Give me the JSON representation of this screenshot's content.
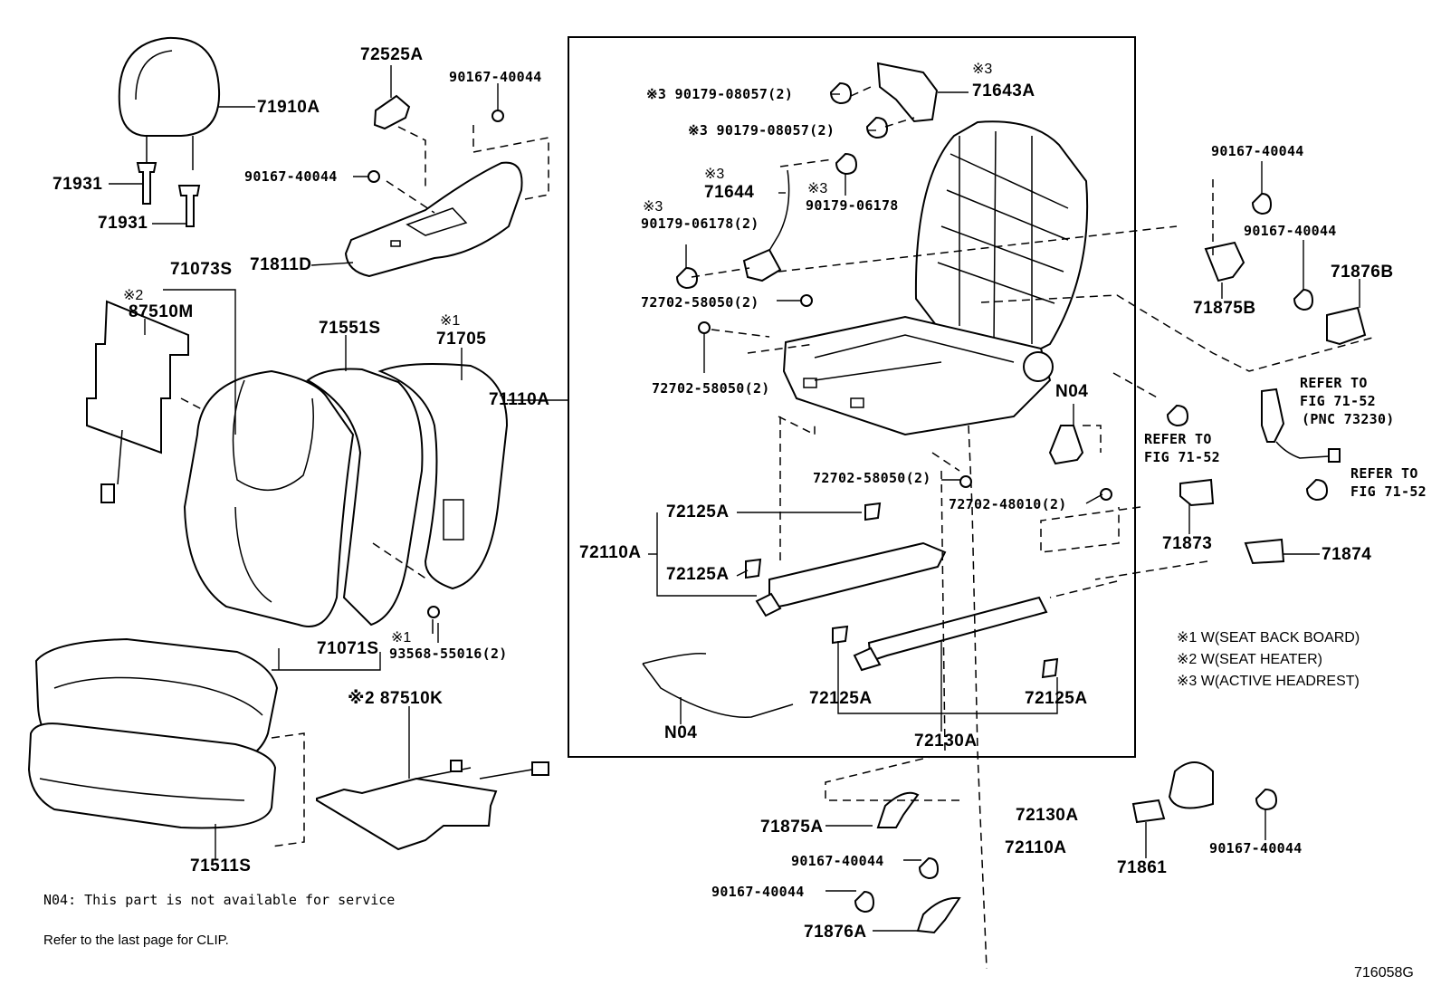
{
  "diagram": {
    "labels": {
      "p71910A": "71910A",
      "p71931a": "71931",
      "p71931b": "71931",
      "p72525A": "72525A",
      "p90167_40044_a": "90167-40044",
      "p90167_40044_b": "90167-40044",
      "p71811D": "71811D",
      "p71073S": "71073S",
      "p87510M_mark": "※2",
      "p87510M": "87510M",
      "p71551S": "71551S",
      "p71705_mark": "※1",
      "p71705": "71705",
      "p71110A": "71110A",
      "p71071S": "71071S",
      "p93568_mark": "※1",
      "p93568": "93568-55016(2)",
      "p87510K": "※2 87510K",
      "p71511S": "71511S",
      "p90179_08057_a": "※3 90179-08057(2)",
      "p90179_08057_b": "※3 90179-08057(2)",
      "p71643A_mark": "※3",
      "p71643A": "71643A",
      "p71644_mark": "※3",
      "p71644": "71644",
      "p90179_06178_mark": "※3",
      "p90179_06178": "90179-06178",
      "p90179_06178_2_mark": "※3",
      "p90179_06178_2": "90179-06178(2)",
      "p72702_58050_a": "72702-58050(2)",
      "p72702_58050_b": "72702-58050(2)",
      "p72702_58050_c": "72702-58050(2)",
      "p72702_48010": "72702-48010(2)",
      "pN04_a": "N04",
      "pN04_b": "N04",
      "p72125A_a": "72125A",
      "p72125A_b": "72125A",
      "p72125A_c": "72125A",
      "p72125A_d": "72125A",
      "p72110A_a": "72110A",
      "p72130A_a": "72130A",
      "p90167_40044_c": "90167-40044",
      "p90167_40044_d": "90167-40044",
      "p71875B": "71875B",
      "p71876B": "71876B",
      "refer1_a": "REFER TO",
      "refer1_b": "FIG 71-52",
      "refer1_c": "(PNC 73230)",
      "refer2_a": "REFER TO",
      "refer2_b": "FIG 71-52",
      "refer3_a": "REFER TO",
      "refer3_b": "FIG 71-52",
      "p71873": "71873",
      "p71874": "71874",
      "p71875A": "71875A",
      "p90167_40044_e": "90167-40044",
      "p90167_40044_f": "90167-40044",
      "p71876A": "71876A",
      "p72130A_b": "72130A",
      "p72110A_b": "72110A",
      "p71861": "71861",
      "p90167_40044_g": "90167-40044"
    },
    "legend": [
      "※1 W(SEAT BACK BOARD)",
      "※2 W(SEAT HEATER)",
      "※3 W(ACTIVE HEADREST)"
    ],
    "notes": {
      "n04": "N04: This part is not available for service",
      "clip": "Refer to the last page for CLIP."
    },
    "figure_id": "716058G"
  }
}
